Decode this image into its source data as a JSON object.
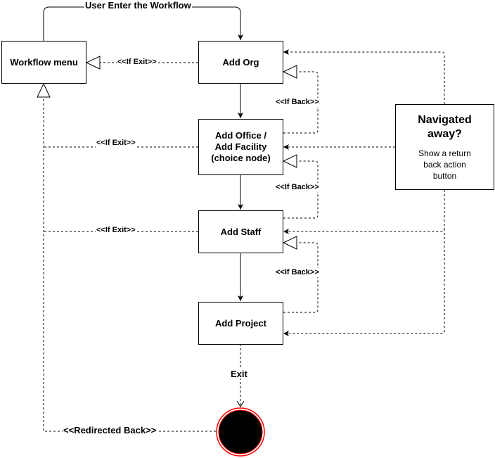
{
  "nodes": {
    "workflow_menu": "Workflow menu",
    "add_org": "Add Org",
    "add_office_lines": [
      "Add Office /",
      "Add Facility",
      "(choice node)"
    ],
    "add_staff": "Add Staff",
    "add_project": "Add Project"
  },
  "note": {
    "title_lines": [
      "Navigated",
      "away?"
    ],
    "body_lines": [
      "Show a return",
      "back action",
      "button"
    ]
  },
  "edges": {
    "enter": "User Enter the Workflow",
    "if_exit": "<<If Exit>>",
    "if_back": "<<If Back>>",
    "exit": "Exit",
    "redirected_back": "<<Redirected Back>>"
  },
  "colors": {
    "line": "#000000",
    "end_state_fill": "#000000",
    "end_state_ring": "#ff0000"
  }
}
